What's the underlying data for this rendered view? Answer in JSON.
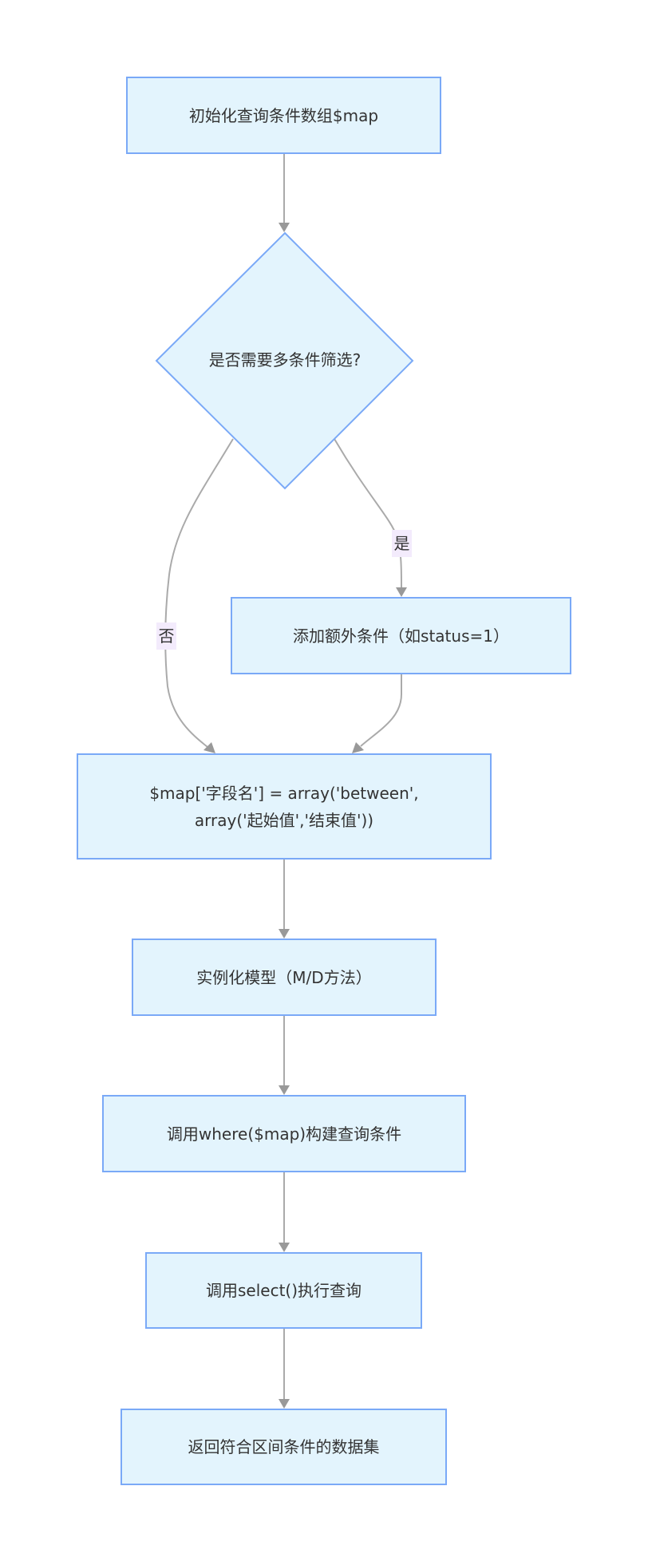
{
  "diagram": {
    "type": "flowchart",
    "direction": "top-down",
    "colors": {
      "node_fill": "#e3f4fd",
      "node_border": "#7aa9f7",
      "edge": "#aaaaaa",
      "arrow": "#999999",
      "edge_label_bg": "#f3ebfc",
      "text": "#333333"
    },
    "nodes": {
      "init": "初始化查询条件数组$map",
      "decision": "是否需要多条件筛选?",
      "add_condition": "添加额外条件（如status=1）",
      "between": "$map['字段名'] = array('between',\narray('起始值','结束值'))",
      "instantiate": "实例化模型（M/D方法）",
      "where": "调用where($map)构建查询条件",
      "select": "调用select()执行查询",
      "result": "返回符合区间条件的数据集"
    },
    "edge_labels": {
      "yes": "是",
      "no": "否"
    },
    "edges": [
      {
        "from": "init",
        "to": "decision",
        "label": ""
      },
      {
        "from": "decision",
        "to": "add_condition",
        "label": "是"
      },
      {
        "from": "decision",
        "to": "between",
        "label": "否"
      },
      {
        "from": "add_condition",
        "to": "between",
        "label": ""
      },
      {
        "from": "between",
        "to": "instantiate",
        "label": ""
      },
      {
        "from": "instantiate",
        "to": "where",
        "label": ""
      },
      {
        "from": "where",
        "to": "select",
        "label": ""
      },
      {
        "from": "select",
        "to": "result",
        "label": ""
      }
    ]
  }
}
